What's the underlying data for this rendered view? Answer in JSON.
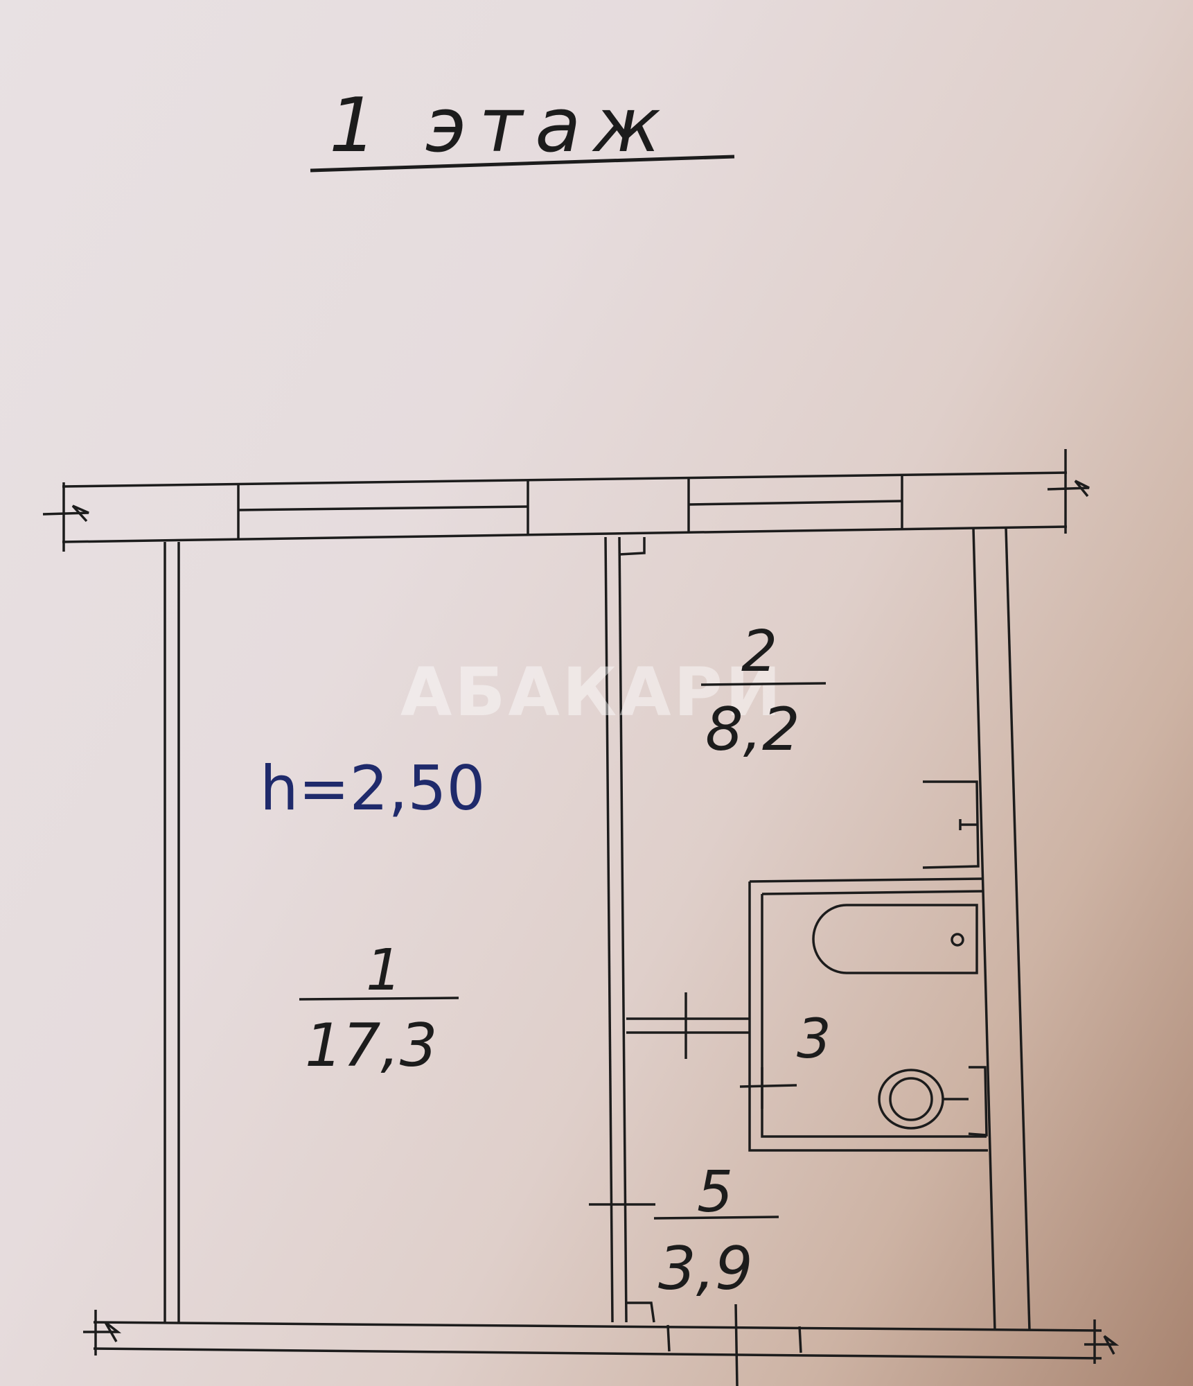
{
  "title": "1 этаж",
  "ceiling_height": "h=2,50",
  "watermark": "АБАКАРИ",
  "rooms": [
    {
      "number": "1",
      "area": "17,3"
    },
    {
      "number": "2",
      "area": "8,2"
    },
    {
      "number": "3",
      "area": ""
    },
    {
      "number": "5",
      "area": "3,9"
    }
  ],
  "colors": {
    "ink": "#1c1c1c",
    "annotation": "#1f2a6b"
  }
}
